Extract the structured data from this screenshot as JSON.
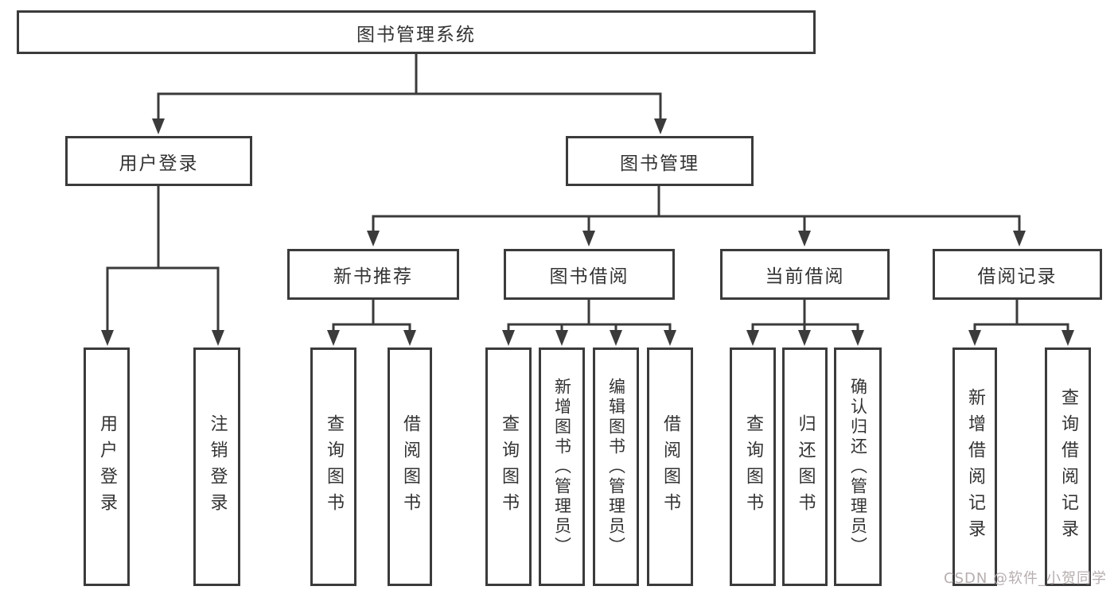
{
  "diagram": {
    "title": "图书管理系统",
    "level1": {
      "user_login": "用户登录",
      "book_mgmt": "图书管理"
    },
    "level2": {
      "new_books": "新书推荐",
      "book_borrow": "图书借阅",
      "current_borrow": "当前借阅",
      "borrow_records": "借阅记录"
    },
    "leaves": {
      "user_login": "用户登录",
      "logout": "注销登录",
      "nb_query_books": "查询图书",
      "nb_borrow_books": "借阅图书",
      "bb_query_books": "查询图书",
      "bb_add_books": "新增图书（管理员）",
      "bb_edit_books": "编辑图书（管理员）",
      "bb_borrow_books": "借阅图书",
      "cb_query_books": "查询图书",
      "cb_return_books": "归还图书",
      "cb_confirm_return": "确认归还（管理员）",
      "br_add_record": "新增借阅记录",
      "br_query_record": "查询借阅记录"
    },
    "watermark": "CSDN @软件_小贺同学",
    "colors": {
      "line": "#3b3b3b",
      "text": "#333333",
      "watermark": "#b7aeae",
      "background": "#ffffff"
    }
  }
}
